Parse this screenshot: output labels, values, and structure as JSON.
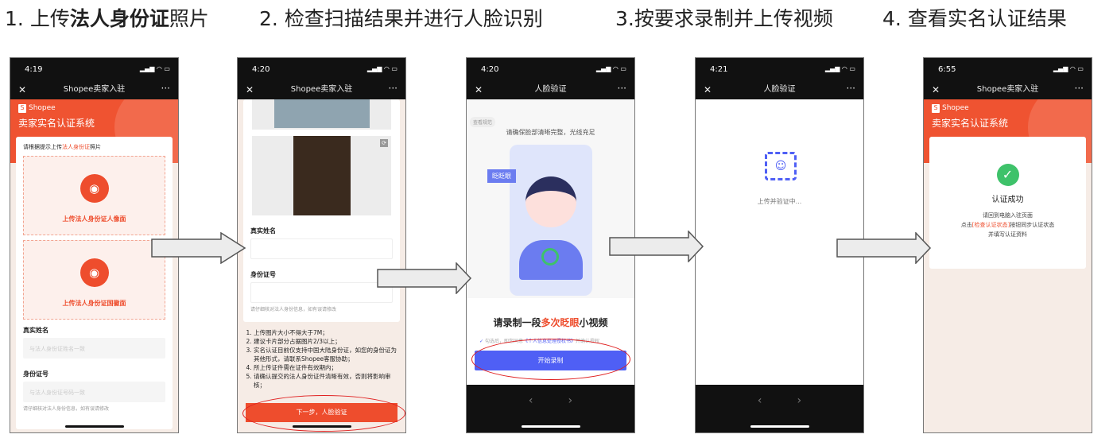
{
  "steps": [
    {
      "num": "1.",
      "pre": "上传",
      "bold": "法人身份证",
      "post": "照片"
    },
    {
      "num": "2.",
      "text": "检查扫描结果并进行人脸识别"
    },
    {
      "num": "3.",
      "text": "按要求录制并上传视频"
    },
    {
      "num": "4.",
      "text": "查看实名认证结果"
    }
  ],
  "phone1": {
    "time": "4:19",
    "nav_title": "Shopee卖家入驻",
    "logo": "Shopee",
    "system_title": "卖家实名认证系统",
    "prompt_pre": "请根据提示上传",
    "prompt_hl": "法人身份证",
    "prompt_post": "照片",
    "upload_front": "上传法人身份证人像面",
    "upload_back": "上传法人身份证国徽面",
    "name_label": "真实姓名",
    "name_placeholder": "与法人身份证姓名一致",
    "id_label": "身份证号",
    "id_placeholder": "与法人身份证号码一致",
    "hint": "请仔细核对法人身份信息，如有误请修改"
  },
  "phone2": {
    "time": "4:20",
    "nav_title": "Shopee卖家入驻",
    "name_label": "真实姓名",
    "id_label": "身份证号",
    "hint": "请仔细核对法人身份信息，如有误请修改",
    "rules": [
      "上传图片大小不得大于7M；",
      "建议卡片部分占据图片2/3以上；",
      "实名认证目前仅支持中国大陆身份证，如您的身份证为其他形式，请联系Shopee客服协助；",
      "所上传证件需在证件有效期内；",
      "请确认提交的法人身份证件清晰有效，否则将影响审核；"
    ],
    "next_button": "下一步，人脸验证"
  },
  "phone3": {
    "time": "4:20",
    "nav_title": "人脸验证",
    "spec_link": "查看规范",
    "tip": "请确保脸部清晰完整，光线充足",
    "bubble": "眨眨眼",
    "record_pre": "请录制一段",
    "record_hl": "多次眨眼",
    "record_post": "小视频",
    "consent_pre": "勾选后，即您同意",
    "consent_link": "《个人信息处理授权书》",
    "consent_post": "并确认授权",
    "start_button": "开始录制"
  },
  "phone4": {
    "time": "4:21",
    "nav_title": "人脸验证",
    "status": "上传并验证中..."
  },
  "phone5": {
    "time": "6:55",
    "nav_title": "Shopee卖家入驻",
    "logo": "Shopee",
    "system_title": "卖家实名认证系统",
    "success": "认证成功",
    "line1": "请回到电脑入驻页面",
    "line2_pre": "点击",
    "line2_hl": "[检查认证状态]",
    "line2_post": "按钮同步认证状态",
    "line3": "并填写认证资料"
  },
  "colors": {
    "brand": "#ee4d2d",
    "primary_blue": "#4f5ff5",
    "success": "#3ec26a",
    "highlight_ellipse": "#e02020"
  },
  "icons": {
    "close": "close-icon",
    "more": "more-icon",
    "camera": "camera-icon",
    "check": "check-circle-icon",
    "face_scan": "face-scan-icon",
    "arrow": "right-arrow-icon"
  }
}
